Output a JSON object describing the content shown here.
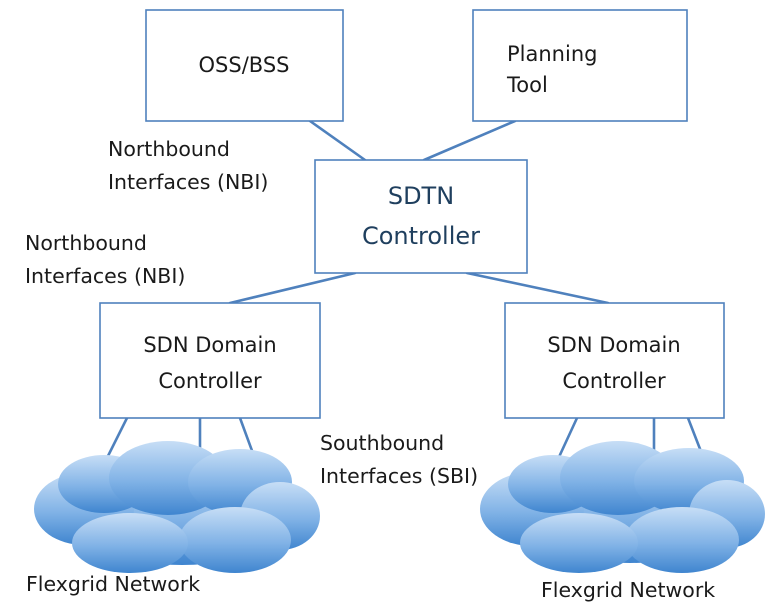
{
  "nodes": {
    "oss_bss": {
      "label": "OSS/BSS"
    },
    "planning_tool": {
      "label_line1": "Planning",
      "label_line2": "Tool"
    },
    "sdtn_controller": {
      "label_line1": "SDTN",
      "label_line2": "Controller"
    },
    "sdn_domain_left": {
      "label_line1": "SDN Domain",
      "label_line2": "Controller"
    },
    "sdn_domain_right": {
      "label_line1": "SDN Domain",
      "label_line2": "Controller"
    },
    "network_left": {
      "label": "Flexgrid Network"
    },
    "network_right": {
      "label": "Flexgrid Network"
    }
  },
  "annotations": {
    "nbi_upper": {
      "line1": "Northbound",
      "line2": "Interfaces (NBI)"
    },
    "nbi_lower": {
      "line1": "Northbound",
      "line2": "Interfaces (NBI)"
    },
    "sbi": {
      "line1": "Southbound",
      "line2": "Interfaces (SBI)"
    }
  },
  "colors": {
    "box_border": "#4f81bd",
    "link": "#4f81bd",
    "cloud_light": "#bcd8f3",
    "cloud_dark": "#3f85cf",
    "accent_text": "#1f3f5e"
  },
  "edges": [
    {
      "from": "oss_bss",
      "to": "sdtn_controller"
    },
    {
      "from": "planning_tool",
      "to": "sdtn_controller"
    },
    {
      "from": "sdtn_controller",
      "to": "sdn_domain_left"
    },
    {
      "from": "sdtn_controller",
      "to": "sdn_domain_right"
    },
    {
      "from": "sdn_domain_left",
      "to": "network_left"
    },
    {
      "from": "sdn_domain_right",
      "to": "network_right"
    }
  ]
}
